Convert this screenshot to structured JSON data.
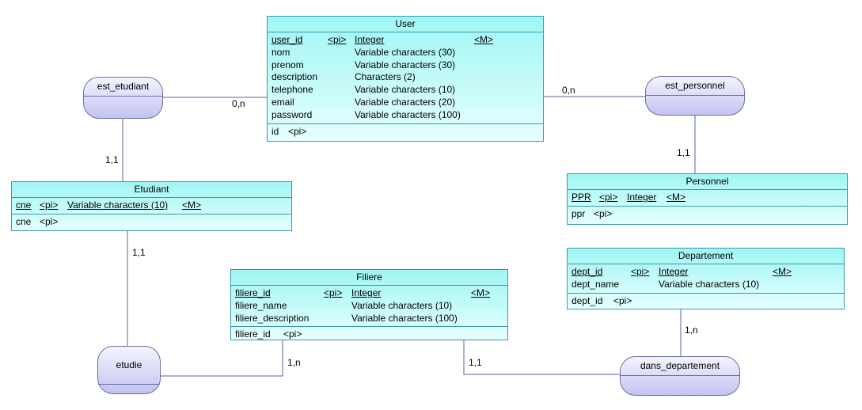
{
  "entities": {
    "user": {
      "title": "User",
      "attributes": [
        {
          "name": "user_id",
          "pi": "<pi>",
          "type": "Integer",
          "m": "<M>"
        },
        {
          "name": "nom",
          "type": "Variable characters (30)"
        },
        {
          "name": "prenom",
          "type": "Variable characters (30)"
        },
        {
          "name": "description",
          "type": "Characters (2)"
        },
        {
          "name": "telephone",
          "type": "Variable characters (10)"
        },
        {
          "name": "email",
          "type": "Variable characters (20)"
        },
        {
          "name": "password",
          "type": "Variable characters (100)"
        }
      ],
      "identifier": {
        "name": "id",
        "pi": "<pi>"
      }
    },
    "etudiant": {
      "title": "Etudiant",
      "attributes": [
        {
          "name": "cne",
          "pi": "<pi>",
          "type": "Variable characters (10)",
          "m": "<M>"
        }
      ],
      "identifier": {
        "name": "cne",
        "pi": "<pi>"
      }
    },
    "personnel": {
      "title": "Personnel",
      "attributes": [
        {
          "name": "PPR",
          "pi": "<pi>",
          "type": "Integer",
          "m": "<M>"
        }
      ],
      "identifier": {
        "name": "ppr",
        "pi": "<pi>"
      }
    },
    "filiere": {
      "title": "Filiere",
      "attributes": [
        {
          "name": "filiere_id",
          "pi": "<pi>",
          "type": "Integer",
          "m": "<M>"
        },
        {
          "name": "filiere_name",
          "type": "Variable characters (10)"
        },
        {
          "name": "filiere_description",
          "type": "Variable characters (100)"
        }
      ],
      "identifier": {
        "name": "filiere_id",
        "pi": "<pi>"
      }
    },
    "departement": {
      "title": "Departement",
      "attributes": [
        {
          "name": "dept_id",
          "pi": "<pi>",
          "type": "Integer",
          "m": "<M>"
        },
        {
          "name": "dept_name",
          "type": "Variable characters (10)"
        }
      ],
      "identifier": {
        "name": "dept_id",
        "pi": "<pi>"
      }
    }
  },
  "associations": {
    "est_etudiant": "est_etudiant",
    "est_personnel": "est_personnel",
    "etudie": "etudie",
    "dans_departement": "dans_departement"
  },
  "cardinalities": {
    "user_est_etudiant": "0,n",
    "etudiant_est_etudiant": "1,1",
    "user_est_personnel": "0,n",
    "personnel_est_personnel": "1,1",
    "etudiant_etudie": "1,1",
    "filiere_etudie": "1,n",
    "filiere_dans_departement": "1,1",
    "departement_dans_departement": "1,n"
  },
  "colors": {
    "entity_border": "#3a9aa6",
    "entity_fill_top": "#9ff6f4",
    "entity_fill_bottom": "#e6fffe",
    "assoc_border": "#6d6d9e",
    "assoc_fill_top": "#f4f4ff",
    "assoc_fill_bottom": "#c3c3f0",
    "link_color": "#5c5ca0"
  }
}
